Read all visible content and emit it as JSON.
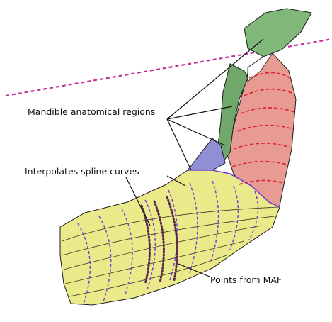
{
  "labels": {
    "regions": "Mandible anatomical regions",
    "spline": "Interpolates spline curves",
    "points": "Points from MAF"
  },
  "colors": {
    "body_region": "#eaea8a",
    "ramus_region": "#e89b93",
    "angle_region": "#8f8fd6",
    "condyle_region": "#6fa86a",
    "reference_line": "#c0309a",
    "spline_red": "#e0202a",
    "spline_purple": "#7a3bd6",
    "outline": "#1a1a1a"
  }
}
